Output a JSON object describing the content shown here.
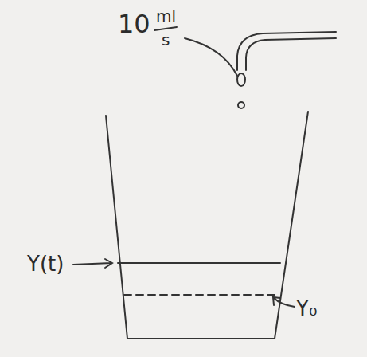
{
  "diagram": {
    "labels": [
      "10",
      "ml",
      "s",
      "Y(t)",
      "Y₀"
    ]
  }
}
